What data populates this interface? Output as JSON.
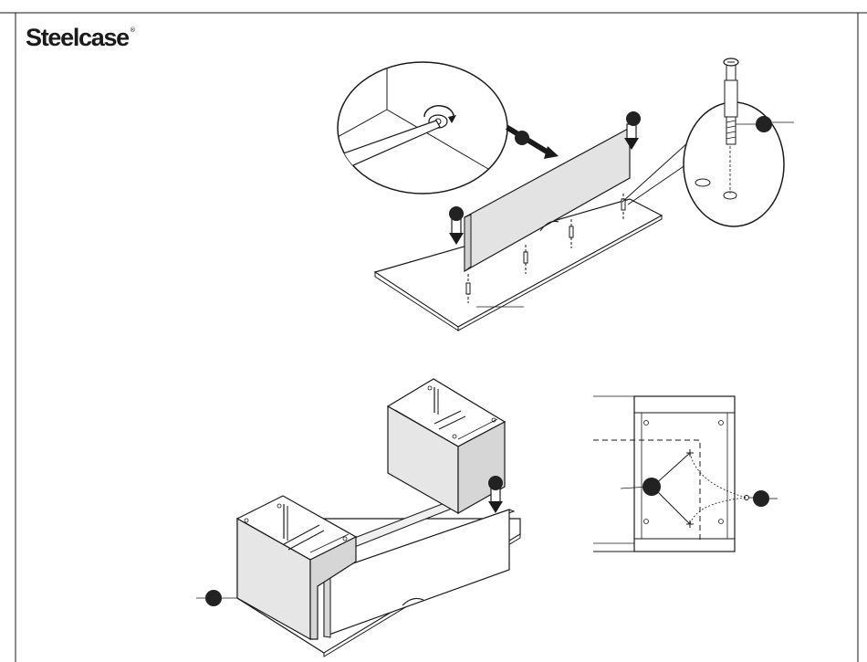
{
  "brand": {
    "name": "Steelcase",
    "trademark": "®"
  },
  "colors": {
    "line": "#1a1a1a",
    "panel_fill": "#e6e6e6",
    "panel_fill_dark": "#d2d2d2",
    "callout_fill": "#222222",
    "background": "#ffffff"
  },
  "steps": [
    {
      "name": "attach-back-panel-with-cam-connectors"
    },
    {
      "name": "position-side-pedestals-and-front-panel"
    }
  ],
  "icons": [
    "screwdriver-icon",
    "rotate-arrow-icon",
    "cam-dowel-icon",
    "down-arrow-icon"
  ]
}
